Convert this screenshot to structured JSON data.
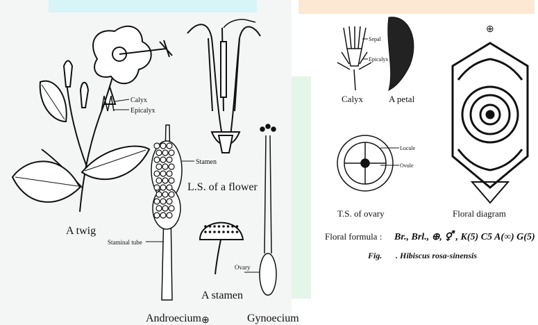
{
  "left_labels": {
    "calyx": "Calyx",
    "epicalyx": "Epicalyx",
    "twig": "A twig",
    "stamen": "Stamen",
    "ls_flower": "L.S. of a flower",
    "staminal_tube": "Staminal tube",
    "a_stamen": "A stamen",
    "ovary": "Ovary",
    "androecium": "Androecium",
    "gynoecium": "Gynoecium",
    "bottom_symbol": "⊕"
  },
  "right_labels": {
    "sepal": "Sepal",
    "epicalyx": "Epicalyx",
    "calyx": "Calyx",
    "a_petal": "A petal",
    "locule": "Locule",
    "ovule": "Ovule",
    "ts_ovary": "T.S. of ovary",
    "floral_diagram": "Floral diagram",
    "top_symbol": "⊕",
    "floral_formula_label": "Floral formula :",
    "floral_formula": "Br., Brl., ⊕, ⚥ , K(5) C5 A(∞) G(5)",
    "fig_label": "Fig.",
    "fig_title": ". Hibiscus rosa-sinensis"
  },
  "colors": {
    "cyan_band": "#d7f4f7",
    "orange_band": "#fde8d3",
    "green_band": "#e4f6e7",
    "ink": "#111111"
  }
}
